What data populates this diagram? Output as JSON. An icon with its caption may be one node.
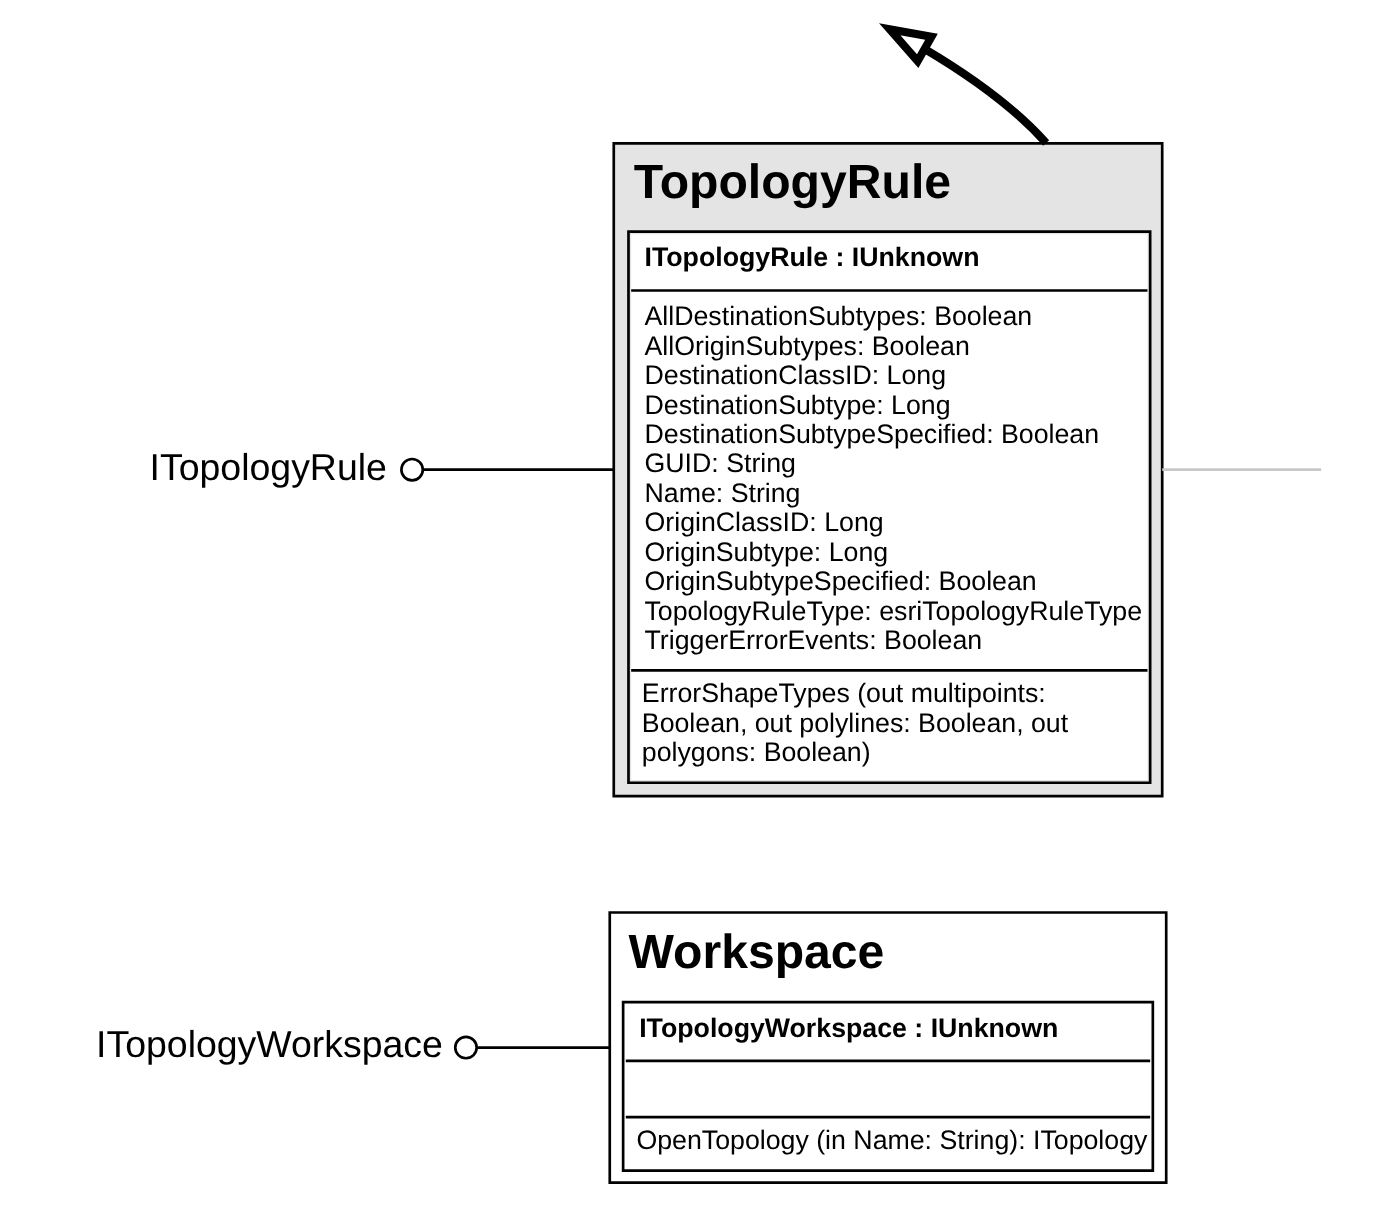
{
  "diagram": {
    "nodes": [
      {
        "text": [
          "TopologyRule",
          "ITopologyRule : IUnknown",
          "AllDestinationSubtypes: Boolean",
          "AllOriginSubtypes: Boolean",
          "DestinationClassID: Long",
          "DestinationSubtype: Long",
          "DestinationSubtypeSpecified: Boolean",
          "GUID: String",
          "Name: String",
          "OriginClassID: Long",
          "OriginSubtype: Long",
          "OriginSubtypeSpecified: Boolean",
          "TopologyRuleType: esriTopologyRuleType",
          "TriggerErrorEvents: Boolean",
          "ErrorShapeTypes (out multipoints: Boolean, out polylines: Boolean, out polygons: Boolean)"
        ]
      },
      {
        "text": [
          "ITopologyRule"
        ]
      },
      {
        "text": [
          "Workspace",
          "ITopologyWorkspace : IUnknown",
          "OpenTopology (in Name: String): ITopology"
        ]
      },
      {
        "text": [
          "ITopologyWorkspace"
        ]
      }
    ],
    "edges": [
      {
        "from": 0,
        "to": null,
        "arrow": "none",
        "color": "#c8c8c8"
      },
      {
        "from": 1,
        "to": 0,
        "arrow": "other"
      },
      {
        "from": 0,
        "to": null,
        "arrow": "to",
        "style": "thick"
      },
      {
        "from": 3,
        "to": 2,
        "arrow": "other"
      }
    ]
  }
}
